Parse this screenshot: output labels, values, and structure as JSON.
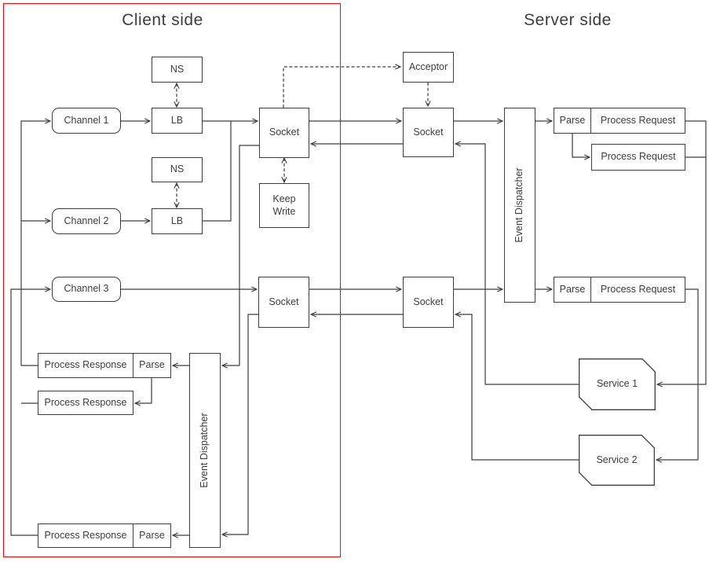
{
  "colors": {
    "background": "#ffffff",
    "line": "#3d3d3d",
    "text": "#3d3d3d",
    "group_border": "#dd1010"
  },
  "client": {
    "title": "Client side",
    "ns_top": "NS",
    "ns_bottom": "NS",
    "channel_1": "Channel 1",
    "channel_2": "Channel 2",
    "channel_3": "Channel 3",
    "lb_top": "LB",
    "lb_bottom": "LB",
    "socket_top": "Socket",
    "socket_bottom": "Socket",
    "keep_write": "Keep Write",
    "event_dispatcher": "Event Dispatcher",
    "process_response_1": "Process Response",
    "process_response_2": "Process Response",
    "process_response_3": "Process Response",
    "parse_top": "Parse",
    "parse_bottom": "Parse"
  },
  "server": {
    "title": "Server side",
    "acceptor": "Acceptor",
    "socket_top": "Socket",
    "socket_bottom": "Socket",
    "event_dispatcher": "Event Dispatcher",
    "parse_top": "Parse",
    "parse_bottom": "Parse",
    "process_request_1": "Process Request",
    "process_request_2": "Process Request",
    "process_request_3": "Process Request",
    "service_1": "Service 1",
    "service_2": "Service 2"
  }
}
